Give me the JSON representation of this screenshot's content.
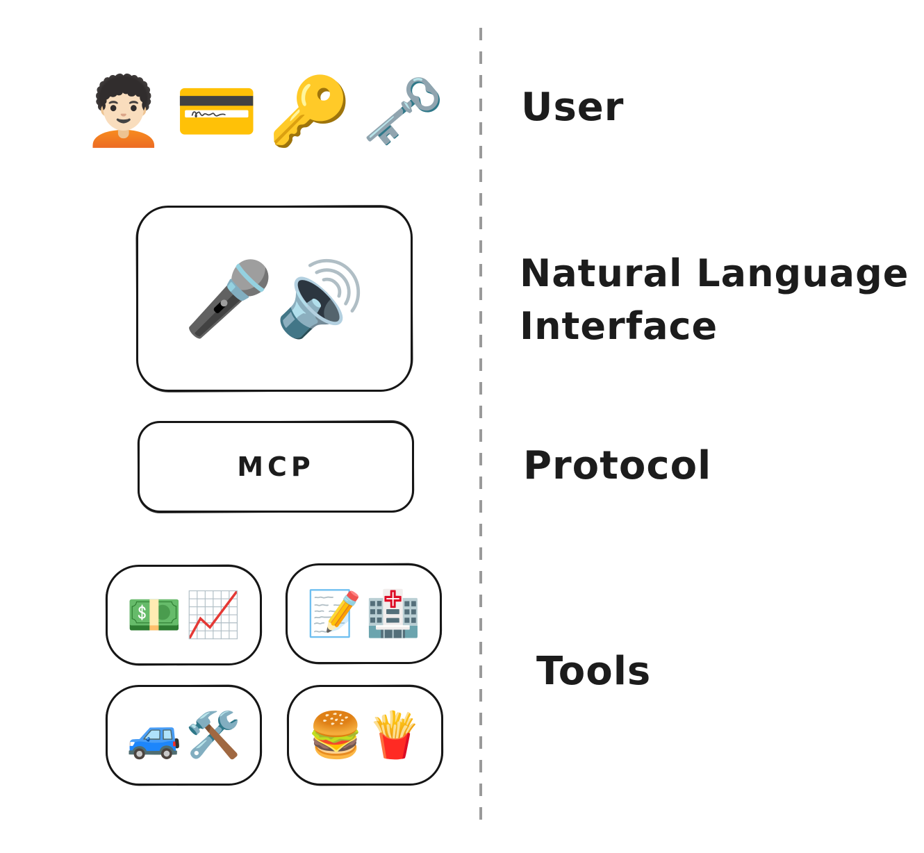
{
  "diagram": {
    "ink_color": "#161616",
    "divider_color": "#9a9a9a",
    "rows": {
      "user": {
        "label": "User",
        "icons": [
          {
            "name": "person-curly-hair-emoji",
            "glyph": "🧑🏻‍🦱"
          },
          {
            "name": "credit-card-emoji",
            "glyph": "💳"
          },
          {
            "name": "key-emoji",
            "glyph": "🔑"
          },
          {
            "name": "old-key-emoji",
            "glyph": "🗝️"
          }
        ]
      },
      "nli": {
        "label_line1": "Natural Language",
        "label_line2": "Interface",
        "icons": [
          {
            "name": "microphone-emoji",
            "glyph": "🎤"
          },
          {
            "name": "speaker-sound-waves-emoji",
            "glyph": "🔊"
          }
        ]
      },
      "protocol": {
        "label": "Protocol",
        "box_text": "MCP"
      },
      "tools": {
        "label": "Tools",
        "boxes": [
          {
            "name": "finance-tool-box",
            "icons": [
              {
                "name": "dollar-banknote-emoji",
                "glyph": "💵"
              },
              {
                "name": "chart-increasing-emoji",
                "glyph": "📈"
              }
            ]
          },
          {
            "name": "health-tool-box",
            "icons": [
              {
                "name": "memo-pencil-emoji",
                "glyph": "📝"
              },
              {
                "name": "hospital-emoji",
                "glyph": "🏥"
              }
            ]
          },
          {
            "name": "auto-repair-tool-box",
            "icons": [
              {
                "name": "car-emoji",
                "glyph": "🚙"
              },
              {
                "name": "hammer-and-wrench-emoji",
                "glyph": "🛠️"
              }
            ]
          },
          {
            "name": "food-tool-box",
            "icons": [
              {
                "name": "hamburger-emoji",
                "glyph": "🍔"
              },
              {
                "name": "french-fries-emoji",
                "glyph": "🍟"
              }
            ]
          }
        ]
      }
    }
  }
}
